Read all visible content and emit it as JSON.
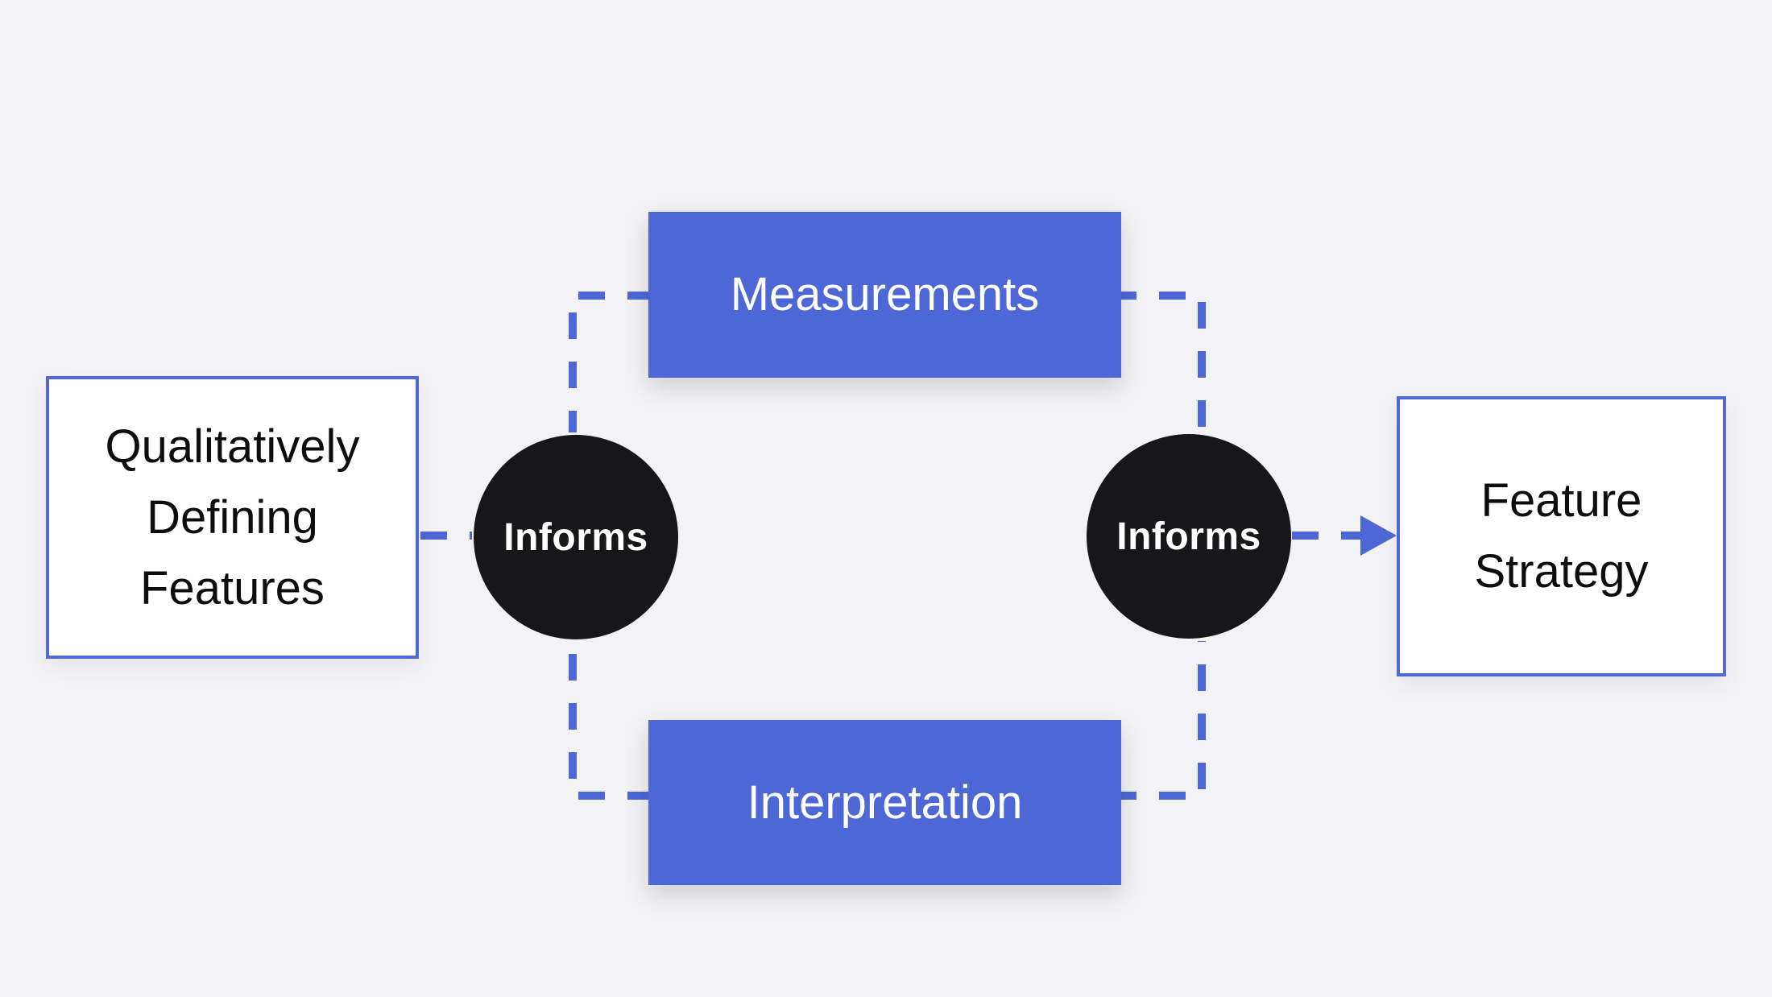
{
  "canvas": {
    "background_color": "#F3F3F5",
    "accent_blue": "#4D68D6",
    "box_border_blue": "#5069D5",
    "circle_black": "#17171A",
    "text_dark": "#0D0D10",
    "text_white": "#FFFFFF"
  },
  "nodes": {
    "qualitative": {
      "lines": [
        "Qualitatively",
        "Defining",
        "Features"
      ]
    },
    "measurements": {
      "label": "Measurements"
    },
    "interpretation": {
      "label": "Interpretation"
    },
    "informs_left": {
      "label": "Informs"
    },
    "informs_right": {
      "label": "Informs"
    },
    "feature_strategy": {
      "lines": [
        "Feature",
        "Strategy"
      ]
    }
  }
}
